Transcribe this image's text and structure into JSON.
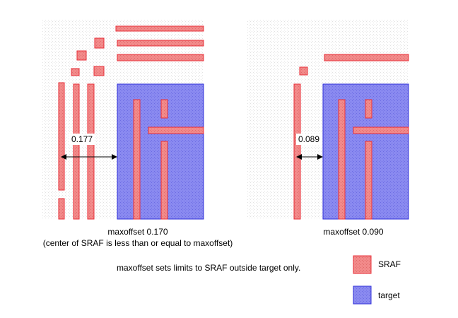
{
  "panels": [
    {
      "id": "left",
      "dimension_label": "0.177",
      "caption_line1": "maxoffset 0.170",
      "caption_line2": "(center of SRAF is less than or equal to maxoffset)"
    },
    {
      "id": "right",
      "dimension_label": "0.089",
      "caption_line1": "maxoffset 0.090",
      "caption_line2": ""
    }
  ],
  "note": "maxoffset sets limits to SRAF outside target only.",
  "legend": {
    "sraf_label": "SRAF",
    "target_label": "target"
  },
  "colors": {
    "sraf_fill": "#f08080",
    "sraf_stroke": "#e8303a",
    "target_fill": "#8a8af0",
    "target_stroke": "#3030d8",
    "background_pattern": "#f2f2f2"
  }
}
